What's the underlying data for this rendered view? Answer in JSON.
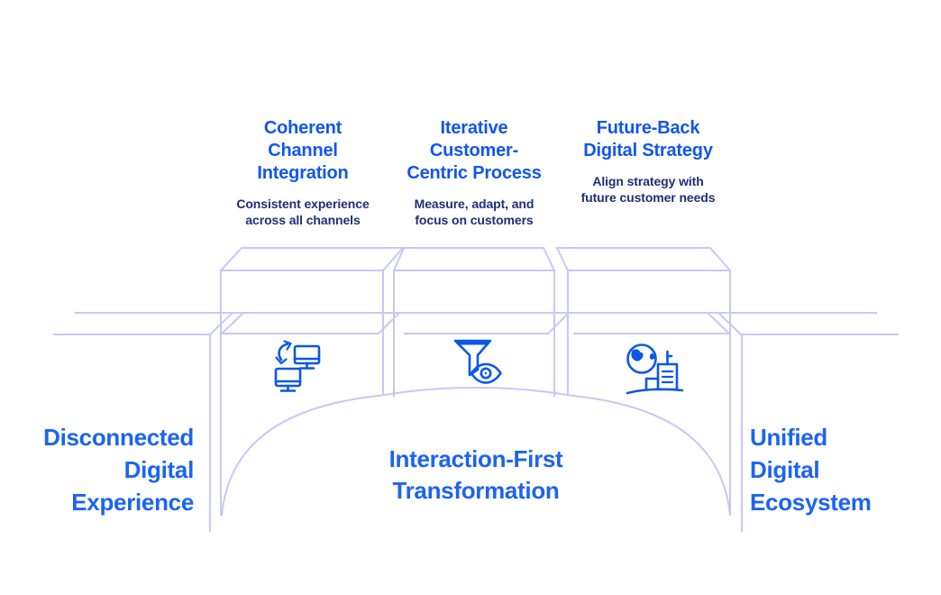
{
  "diagram": {
    "type": "bridge-infographic",
    "center_label": "Interaction-First\nTransformation",
    "left_label": "Disconnected\nDigital\nExperience",
    "right_label": "Unified\nDigital\nEcosystem",
    "columns": [
      {
        "heading": "Coherent\nChannel\nIntegration",
        "subtitle": "Consistent experience\nacross all channels",
        "icon": "monitors-sync-icon"
      },
      {
        "heading": "Iterative\nCustomer-\nCentric Process",
        "subtitle": "Measure, adapt, and\nfocus on customers",
        "icon": "funnel-eye-icon"
      },
      {
        "heading": "Future-Back\nDigital Strategy",
        "subtitle": "Align strategy with\nfuture customer needs",
        "icon": "globe-building-icon"
      }
    ],
    "colors": {
      "heading_blue": "#1156ec",
      "label_blue": "#1c63f2",
      "subtitle_navy": "#1e2e78",
      "bridge_line_lavender": "#c7c8f6",
      "icon_blue": "#0b57e8",
      "background": "#ffffff"
    }
  }
}
